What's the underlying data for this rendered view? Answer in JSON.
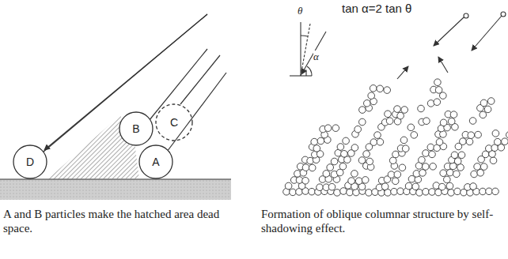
{
  "diagram": {
    "nodes": [
      {
        "text": [
          "B"
        ]
      },
      {
        "text": [
          "C"
        ]
      },
      {
        "text": [
          "D"
        ]
      },
      {
        "text": [
          "A"
        ]
      }
    ],
    "labels": [
      "tan α=2 tan θ",
      "θ",
      "α",
      "A and B particles make the hatched area dead space.",
      "Formation of oblique columnar structure by self-shadowing effect."
    ]
  }
}
